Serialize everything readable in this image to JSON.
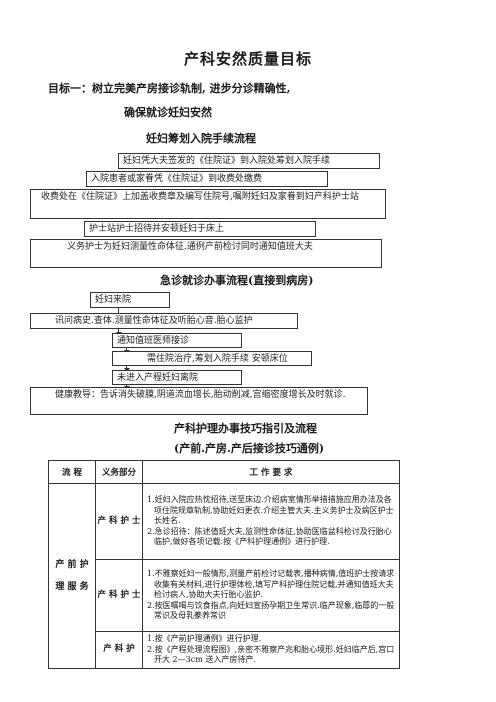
{
  "title": "产科安然质量目标",
  "goal_line1": "目标一：树立完美产房接诊轨制, 进步分诊精确性,",
  "goal_line2": "确保就诊妊妇安然",
  "flow1": {
    "heading": "妊妇筹划入院手续流程",
    "steps": [
      "妊妇凭大夫签发的《住院证》到入院处筹划入院手续",
      "入院患者或家眷凭《住院证》到收费处缴费",
      "收费处在《住院证》上加盖收费章及编写住院号,嘱附妊妇及家眷到妇产科护士站",
      "护士站护士招待并安顿妊妇于床上",
      "义务护士为妊妇测量性命体征.通例产前检讨同时通知值班大夫"
    ]
  },
  "flow2": {
    "heading": "急诊就诊办事流程(直接到病房)",
    "steps": [
      "妊妇来院",
      "讯问病史.查体.测量性命体征及听胎心音.胎心监护",
      "通知值班医师接诊",
      "需住院治疗,筹划入院手续  安顿床位",
      "未进入产程妊妇离院",
      "健康教导：告诉消失破膜,阴道流血增长,胎动削减,宫缩密度增长及时就诊."
    ]
  },
  "table_section": {
    "heading1": "产科护理办事技巧指引及流程",
    "heading2": "(产前.产房.产后接诊技巧通例)",
    "headers": [
      "流 程",
      "义务部分",
      "工 作 要 求"
    ],
    "stage": "产 前 护 理 服 务",
    "rows": [
      {
        "dept": "产 科 护 士",
        "items": [
          "1.妊妇入院应热忱招待,送至床边.介绍病室情形举措措施应用办法及各项住院规章轨制,协助妊妇更衣.介绍主管大夫.主义务护士及病区护士长姓名.",
          "2.急诊招待：陈述值班大夫,监测性命体征,协助医临盆科检讨及行胎心临护,做好各项记载.按《产科护理通例》进行护理."
        ]
      },
      {
        "dept": "产 科 护 士",
        "items": [
          "1.不雅察妊妇一般情形,测量产前检讨记载表,播种病情,值班护士按请求收集有关材料,进行护理体检,填写产科护理住院记载,并通知值班大夫检讨病人,协助大夫行胎心监护.",
          "2.按医嘱喝与饮食指点,向妊妇宣扬孕期卫生常识.临产现象,临蓐的一般常识及母乳豢养常识"
        ]
      },
      {
        "dept": "产 科 护",
        "items": [
          "1.按《产前护理通例》进行护理.",
          "2.按《产程处理流程图》,亲密不雅察产兆和胎心境形.妊妇临产后,宫口开大 2—3cm 送入产房待产."
        ]
      }
    ]
  }
}
